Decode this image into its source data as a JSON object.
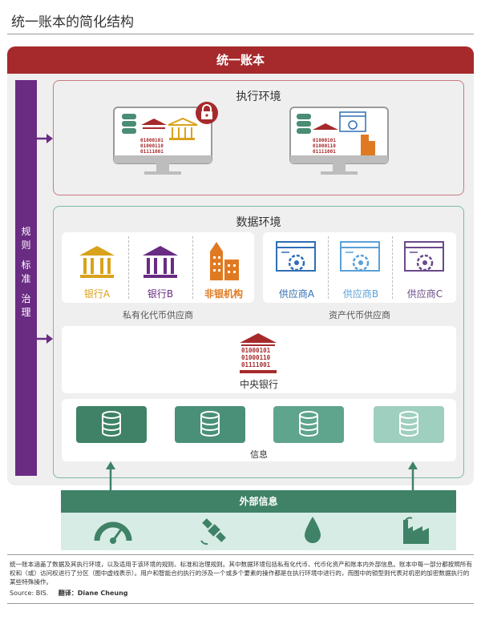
{
  "header": {
    "title": "统一账本的简化结构"
  },
  "banner": {
    "title": "统一账本"
  },
  "governance": {
    "chars": [
      "规",
      "则",
      "标",
      "准",
      "治",
      "理"
    ]
  },
  "execution": {
    "title": "执行环境",
    "binary_lines": [
      "01000101",
      "01000110",
      "01111001"
    ]
  },
  "data_env": {
    "title": "数据环境",
    "tokenized_deposits": {
      "label": "私有化代币供应商",
      "items": [
        "银行A",
        "银行B",
        "非银机构"
      ]
    },
    "tokenized_assets": {
      "label": "资产代币供应商",
      "items": [
        "供应商A",
        "供应商B",
        "供应商C"
      ]
    },
    "central_bank": {
      "label": "中央银行",
      "binary_lines": [
        "01000101",
        "01000110",
        "01111001"
      ]
    },
    "information": {
      "label": "信息"
    }
  },
  "external": {
    "title": "外部信息",
    "icons": [
      "gauge-icon",
      "satellite-icon",
      "water-drop-icon",
      "factory-icon"
    ]
  },
  "footnote": {
    "text": "统一账本涵盖了数据及其执行环境，以及适用于该环境的规则、标准和治理规则。其中数据环境包括私有化代币、代币化资产和账本内外部信息。账本中每一部分都按照所有权和（或）访问权进行了分区（图中虚线表示）。用户和智能合约执行的涉及一个或多个要素的操作都是在执行环境中进行的，而图中的锁型则代表对机密的加密数据执行的某些特殊操作。",
    "source": "Source: BIS.",
    "translator": "翻译：Diane Cheung"
  },
  "colors": {
    "banner_red": "#a62a2c",
    "governance_purple": "#6a2b83",
    "teal": "#3f8267",
    "gold": "#d9a21b",
    "orange": "#e07a22",
    "blue": "#2f6eb5"
  }
}
